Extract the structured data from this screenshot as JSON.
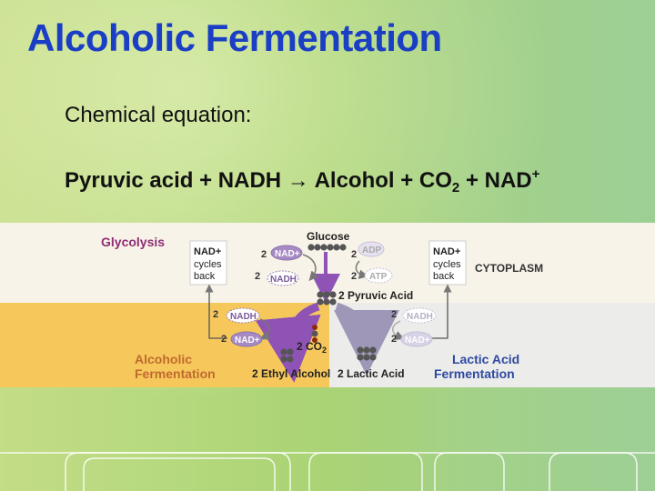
{
  "slide": {
    "title": "Alcoholic Fermentation",
    "equation_heading": "Chemical equation:",
    "equation": {
      "reactant1": "Pyruvic acid",
      "plus1": "+",
      "reactant2": "NADH",
      "arrow": "→",
      "product1": "Alcohol",
      "plus2": "+",
      "product2_base": "CO",
      "product2_sub": "2",
      "plus3": "+",
      "product3_base": "NAD",
      "product3_sup": "+"
    }
  },
  "diagram": {
    "glycolysis": "Glycolysis",
    "cytoplasm": "CYTOPLASM",
    "glucose": "Glucose",
    "left_cycle": [
      "NAD+",
      "cycles",
      "back"
    ],
    "right_cycle": [
      "NAD+",
      "cycles",
      "back"
    ],
    "nad_plus": "NAD+",
    "nadh": "NADH",
    "adp": "ADP",
    "atp": "ATP",
    "two": "2",
    "pyruvic": "2 Pyruvic Acid",
    "co2_base": "2 CO",
    "co2_sub": "2",
    "ethyl": "2 Ethyl Alcohol",
    "lactic": "2 Lactic Acid",
    "alc_ferm": [
      "Alcoholic",
      "Fermentation"
    ],
    "lac_ferm": [
      "Lactic Acid",
      "Fermentation"
    ]
  },
  "colors": {
    "title": "#1a3ec4",
    "glycolysis_label": "#8e2d74",
    "alcoholic_label": "#c06a2e",
    "lactic_label": "#2f4aa0",
    "alcohol_arrow": "#8f53b5",
    "lactic_arrow": "#9e97b8",
    "glycolysis_band": "#f8f3e8",
    "alcoholic_band": "#f6c85c",
    "lactic_band": "#ececeb"
  }
}
